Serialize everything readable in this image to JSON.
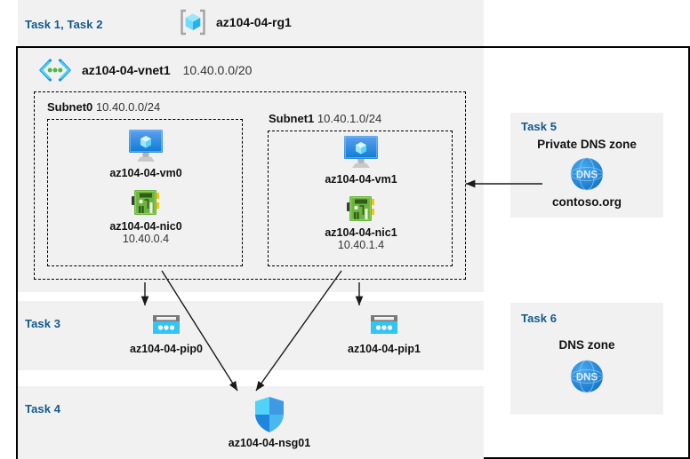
{
  "diagram": {
    "title_tasks_1_2": "Task 1, Task 2",
    "resource_group": {
      "icon": "resource-group-icon",
      "name": "az104-04-rg1"
    },
    "vnet": {
      "icon": "virtual-network-icon",
      "name": "az104-04-vnet1",
      "cidr": "10.40.0.0/20"
    },
    "subnets": [
      {
        "name": "Subnet0",
        "cidr": "10.40.0.0/24",
        "vm": {
          "icon": "virtual-machine-icon",
          "name": "az104-04-vm0"
        },
        "nic": {
          "icon": "network-interface-icon",
          "name": "az104-04-nic0",
          "ip": "10.40.0.4"
        }
      },
      {
        "name": "Subnet1",
        "cidr": "10.40.1.0/24",
        "vm": {
          "icon": "virtual-machine-icon",
          "name": "az104-04-vm1"
        },
        "nic": {
          "icon": "network-interface-icon",
          "name": "az104-04-nic1",
          "ip": "10.40.1.4"
        }
      }
    ],
    "task3": {
      "label": "Task 3",
      "public_ips": [
        {
          "icon": "public-ip-address-icon",
          "name": "az104-04-pip0"
        },
        {
          "icon": "public-ip-address-icon",
          "name": "az104-04-pip1"
        }
      ]
    },
    "task4": {
      "label": "Task 4",
      "nsg": {
        "icon": "network-security-group-shield-icon",
        "name": "az104-04-nsg01"
      }
    },
    "task5": {
      "label": "Task 5",
      "heading": "Private DNS zone",
      "icon": "dns-zone-globe-icon",
      "icon_text": "DNS",
      "zone_name": "contoso.org"
    },
    "task6": {
      "label": "Task 6",
      "heading": "DNS zone",
      "icon": "dns-zone-globe-icon",
      "icon_text": "DNS"
    },
    "colors": {
      "task_label": "#135a8c",
      "panel_background": "#f1f1f1",
      "azure_blue": "#0078d4",
      "cyan": "#32c5f4",
      "nic_green": "#5ea83c",
      "dns_blue": "#1f8ddb"
    }
  }
}
